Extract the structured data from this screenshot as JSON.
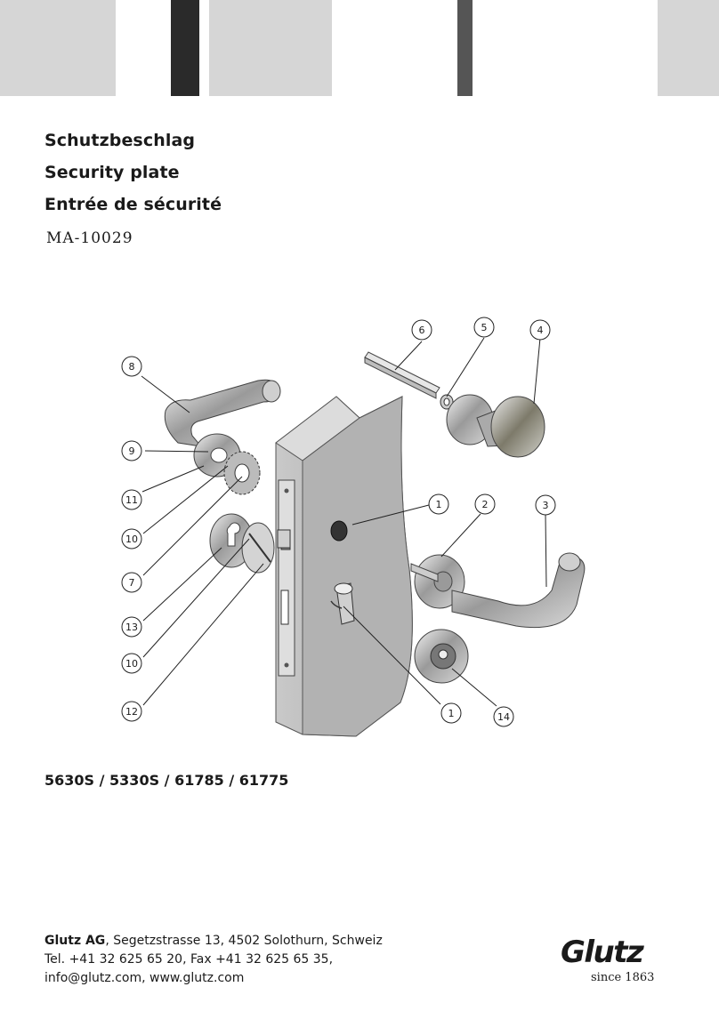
{
  "header_bars": [
    {
      "name": "bar-light-1",
      "color": "#d6d6d6"
    },
    {
      "name": "bar-black",
      "color": "#2a2a2a"
    },
    {
      "name": "bar-light-2",
      "color": "#d6d6d6"
    },
    {
      "name": "bar-dark",
      "color": "#555555"
    },
    {
      "name": "bar-light-3",
      "color": "#d6d6d6"
    }
  ],
  "title": {
    "de": "Schutzbeschlag",
    "en": "Security plate",
    "fr": "Entrée de sécurité"
  },
  "doc_id": "MA-10029",
  "callouts": [
    "8",
    "9",
    "11",
    "10",
    "7",
    "13",
    "10",
    "12",
    "6",
    "5",
    "4",
    "1",
    "2",
    "3",
    "1",
    "14"
  ],
  "models": "5630S / 5330S / 61785 / 61775",
  "footer": {
    "company": "Glutz AG",
    "address": ", Segetzstrasse 13, 4502 Solothurn, Schweiz",
    "phone": "Tel. +41 32 625 65 20, Fax +41 32 625 65 35,",
    "web": "info@glutz.com, www.glutz.com"
  },
  "brand": {
    "name": "Glutz",
    "since": "since 1863"
  }
}
